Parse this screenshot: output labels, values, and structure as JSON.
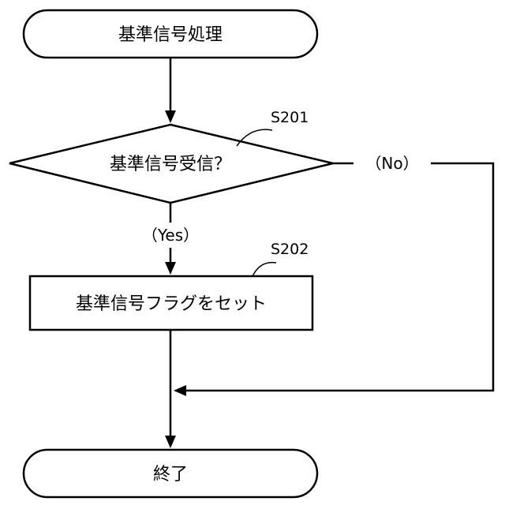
{
  "flowchart": {
    "start": {
      "label": "基準信号処理"
    },
    "decision": {
      "label": "基準信号受信？",
      "step_id": "S201"
    },
    "process": {
      "label": "基準信号フラグをセット",
      "step_id": "S202"
    },
    "end": {
      "label": "終了"
    },
    "edges": {
      "yes_label": "（Yes）",
      "no_label": "（No）"
    }
  }
}
